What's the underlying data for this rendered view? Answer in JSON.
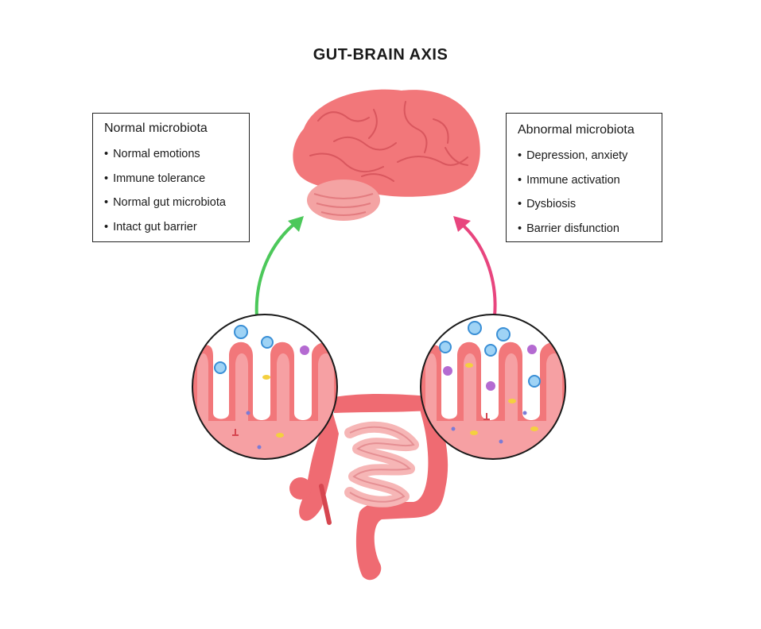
{
  "title": "GUT-BRAIN AXIS",
  "normal": {
    "heading": "Normal microbiota",
    "items": [
      "Normal emotions",
      "Immune tolerance",
      "Normal gut microbiota",
      "Intact gut barrier"
    ]
  },
  "abnormal": {
    "heading": "Abnormal microbiota",
    "items": [
      "Depression, anxiety",
      "Immune activation",
      "Dysbiosis",
      "Barrier disfunction"
    ]
  },
  "colors": {
    "normal_arrow": "#4cc85a",
    "abnormal_arrow": "#e8457e",
    "brain": "#f2777a",
    "gut": "#ef6b72",
    "small_intestine": "#f6b6b6"
  }
}
